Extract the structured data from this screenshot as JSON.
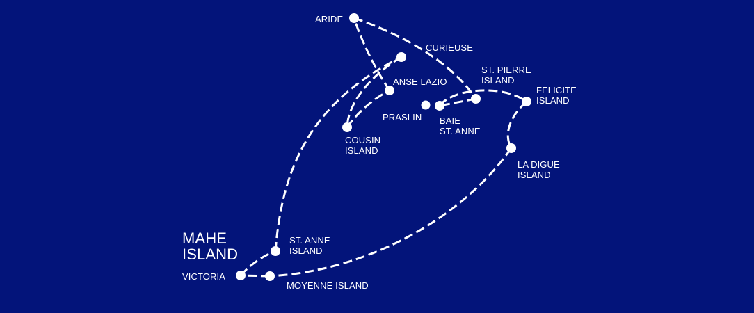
{
  "map": {
    "background": "#03147a",
    "line_color": "#ffffff",
    "region_label": "MAHE\nISLAND",
    "stops": [
      {
        "id": "aride",
        "label": "ARIDE"
      },
      {
        "id": "curieuse",
        "label": "CURIEUSE"
      },
      {
        "id": "anse-lazio",
        "label": "ANSE LAZIO"
      },
      {
        "id": "st-pierre",
        "label": "ST. PIERRE\nISLAND"
      },
      {
        "id": "praslin",
        "label": "PRASLIN"
      },
      {
        "id": "baie-st-anne",
        "label": "BAIE\nST. ANNE"
      },
      {
        "id": "felicite",
        "label": "FELICITE\nISLAND"
      },
      {
        "id": "cousin",
        "label": "COUSIN\nISLAND"
      },
      {
        "id": "la-digue",
        "label": "LA DIGUE\nISLAND"
      },
      {
        "id": "st-anne",
        "label": "ST. ANNE\nISLAND"
      },
      {
        "id": "victoria",
        "label": "VICTORIA"
      },
      {
        "id": "moyenne",
        "label": "MOYENNE ISLAND"
      }
    ]
  }
}
